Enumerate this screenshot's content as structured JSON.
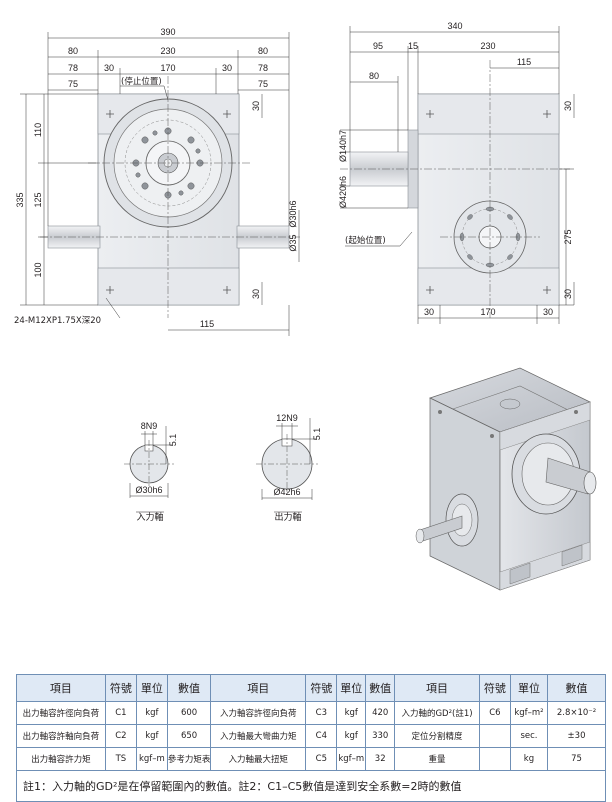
{
  "front_view": {
    "dims": {
      "overall_width": "390",
      "left_flange": "80",
      "center_span": "230",
      "right_flange": "80",
      "left_78": "78",
      "left_30": "30",
      "center_170": "170",
      "right_30": "30",
      "right_78": "78",
      "left_75": "75",
      "right_75": "75",
      "overall_height": "335",
      "upper_110": "110",
      "mid_125": "125",
      "lower_100": "100",
      "right_top_30": "30",
      "right_bottom_30": "30",
      "shaft_dia_30": "Ø30h6",
      "shaft_dia_35": "Ø35",
      "bottom_115": "115"
    },
    "stop_position_label": "(停止位置)",
    "thread_note": "24-M12XP1.75X深20"
  },
  "side_view": {
    "dims": {
      "overall": "340",
      "d95": "95",
      "d15": "15",
      "d230": "230",
      "d80": "80",
      "d115": "115",
      "dia140": "Ø140h7",
      "dia420": "Ø420h6",
      "h275": "275",
      "top_30": "30",
      "bottom_30": "30",
      "b30_left": "30",
      "b170": "170",
      "b30_right": "30"
    },
    "start_position_label": "(起始位置)"
  },
  "shaft_details": {
    "input": {
      "key_width": "8N9",
      "key_depth": "5.1",
      "diameter": "Ø30h6",
      "caption": "入力軸"
    },
    "output": {
      "key_width": "12N9",
      "key_depth": "5.1",
      "diameter": "Ø42h6",
      "caption": "出力軸"
    }
  },
  "spec_table": {
    "headers": [
      "項目",
      "符號",
      "單位",
      "數值",
      "項目",
      "符號",
      "單位",
      "數值",
      "項目",
      "符號",
      "單位",
      "數值"
    ],
    "rows": [
      [
        "出力軸容許徑向負荷",
        "C1",
        "kgf",
        "600",
        "入力軸容許徑向負荷",
        "C3",
        "kgf",
        "420",
        "入力軸的GD²(註1)",
        "C6",
        "kgf–m²",
        "2.8×10⁻²"
      ],
      [
        "出力軸容許軸向負荷",
        "C2",
        "kgf",
        "650",
        "入力軸最大彎曲力矩",
        "C4",
        "kgf",
        "330",
        "定位分割精度",
        "",
        "sec.",
        "±30"
      ],
      [
        "出力軸容許力矩",
        "TS",
        "kgf–m",
        "參考力矩表",
        "入力軸最大扭矩",
        "C5",
        "kgf–m",
        "32",
        "重量",
        "",
        "kg",
        "75"
      ]
    ],
    "note": "註1：入力軸的GD²是在停留範圍內的數值。註2：C1–C5數值是達到安全系數=2時的數值"
  }
}
